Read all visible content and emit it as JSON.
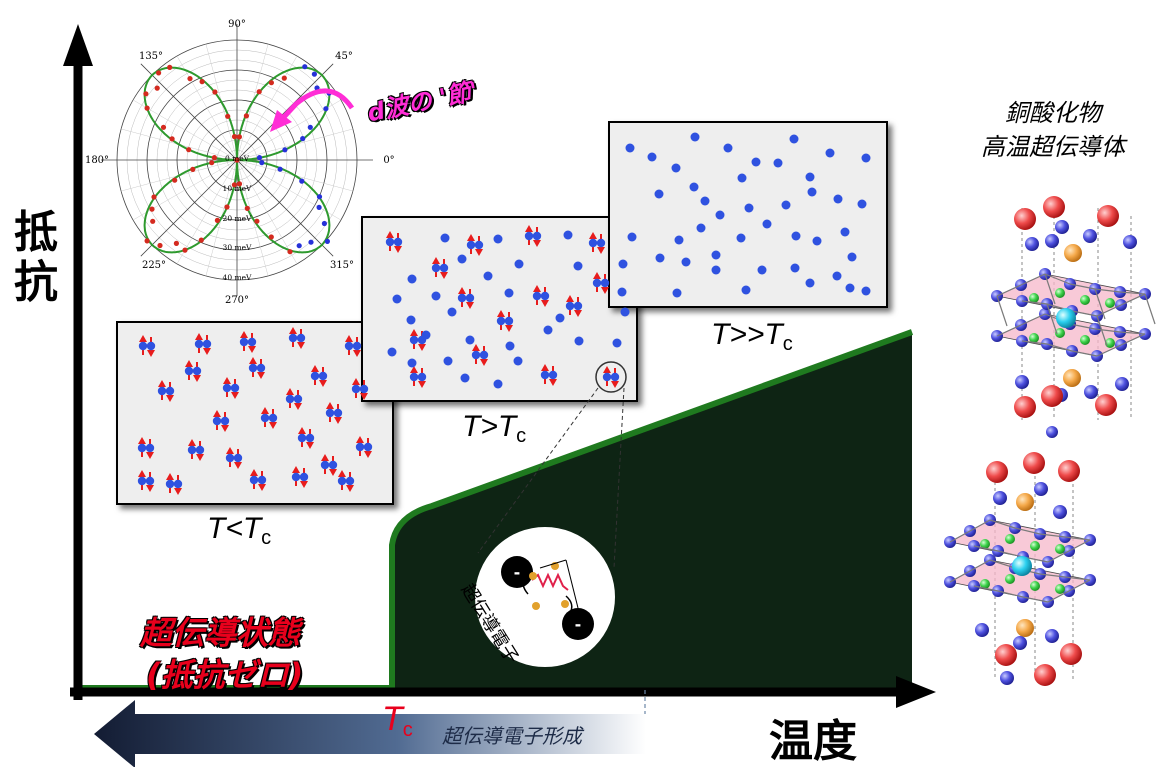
{
  "axes": {
    "y_label": "抵抗",
    "x_label": "温度"
  },
  "polar_plot": {
    "angle_labels": {
      "a90": "90°",
      "a45": "45°",
      "a0": "0°",
      "a315": "315°",
      "a270": "270°",
      "a225": "225°",
      "a180": "180°",
      "a135": "135°"
    },
    "radial_labels": [
      "0 meV",
      "10 meV",
      "20 meV",
      "30 meV",
      "40 meV"
    ],
    "annotation": "d波の '節'"
  },
  "panels": {
    "low": {
      "label_main": "T<T",
      "label_sub": "c"
    },
    "mid": {
      "label_main": "T>T",
      "label_sub": "c"
    },
    "high": {
      "label_main": "T>>T",
      "label_sub": "c"
    }
  },
  "superconducting_state": {
    "line1": "超伝導状態",
    "line2": "(抵抗ゼロ)"
  },
  "pair_inset": {
    "label": "超伝導電子"
  },
  "bottom_arrow": {
    "tc_main": "T",
    "tc_sub": "c",
    "text": "超伝導電子形成"
  },
  "cuprate": {
    "line1": "銅酸化物",
    "line2": "高温超伝導体"
  },
  "colors": {
    "curve": "#1f7a1f",
    "fill": "#0e2414",
    "electron_blue": "#2f52e0",
    "spin_red": "#e81c1c",
    "accent_magenta": "#ff2dd6",
    "arrow_dark": "#15213a"
  }
}
